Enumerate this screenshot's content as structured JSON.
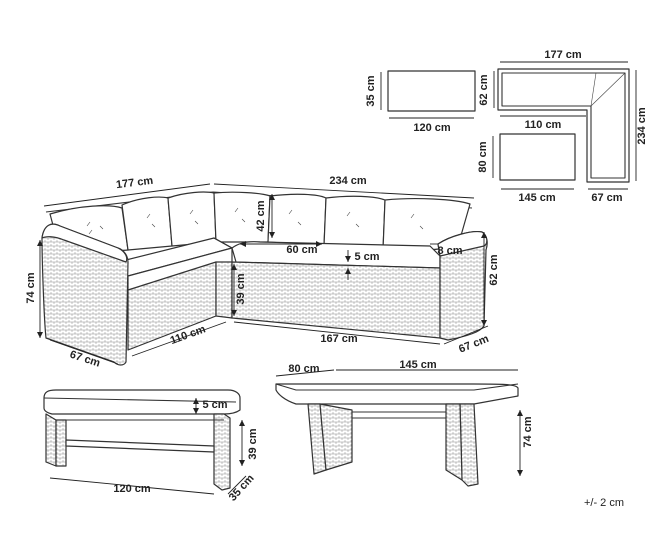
{
  "dimensions": {
    "sofa_width": "177 cm",
    "sofa_length": "234 cm",
    "back_cushion_height": "42 cm",
    "seat_cushion_depth": "60 cm",
    "seat_cushion_thickness": "5 cm",
    "armrest_width": "8 cm",
    "sofa_height": "74 cm",
    "seat_height": "39 cm",
    "sofa_depth_right": "62 cm",
    "sofa_depth_left": "67 cm",
    "sofa_depth_right_bottom": "67 cm",
    "short_side_length": "110 cm",
    "long_side_length": "167 cm",
    "ottoman_height": "35 cm",
    "ottoman_length": "120 cm",
    "plan_total_width": "177 cm",
    "plan_inner_depth": "62 cm",
    "plan_inner_length": "110 cm",
    "plan_total_length": "234 cm",
    "table_depth_top": "80 cm",
    "table_length_top": "145 cm",
    "plan_leg_width": "67 cm",
    "bench_cushion": "5 cm",
    "bench_height": "39 cm",
    "bench_length": "120 cm",
    "bench_depth": "35 cm",
    "table_depth": "80 cm",
    "table_length": "145 cm",
    "table_height": "74 cm"
  },
  "tolerance": "+/- 2 cm"
}
